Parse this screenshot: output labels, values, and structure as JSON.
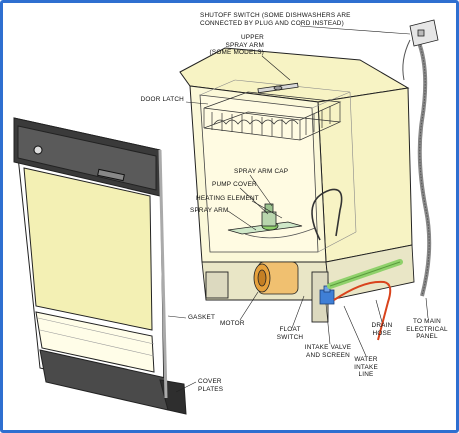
{
  "labels": {
    "shutoff_switch": "SHUTOFF SWITCH (SOME DISHWASHERS ARE\nCONNECTED BY PLUG AND CORD INSTEAD)",
    "upper_spray_arm": "UPPER\nSPRAY ARM\n(SOME MODELS)",
    "door_latch": "DOOR LATCH",
    "spray_arm_cap": "SPRAY ARM CAP",
    "pump_cover": "PUMP COVER",
    "heating_element": "HEATING ELEMENT",
    "spray_arm": "SPRAY ARM",
    "gasket": "GASKET",
    "motor": "MOTOR",
    "float_switch": "FLOAT\nSWITCH",
    "intake_valve": "INTAKE VALVE\nAND SCREEN",
    "water_intake_line": "WATER\nINTAKE\nLINE",
    "drain_hose": "DRAIN\nHOSE",
    "main_panel": "TO MAIN\nELECTRICAL\nPANEL",
    "cover_plates": "COVER\nPLATES"
  },
  "colors": {
    "frame": "#2f6fd0",
    "tub_fill": "#f7f3c4",
    "door_panel": "#f3f0b4",
    "hose_red": "#d9431c",
    "water_line_green": "#8fd16b",
    "intake_valve_blue": "#3f7fd6",
    "motor": "#f0c070"
  }
}
